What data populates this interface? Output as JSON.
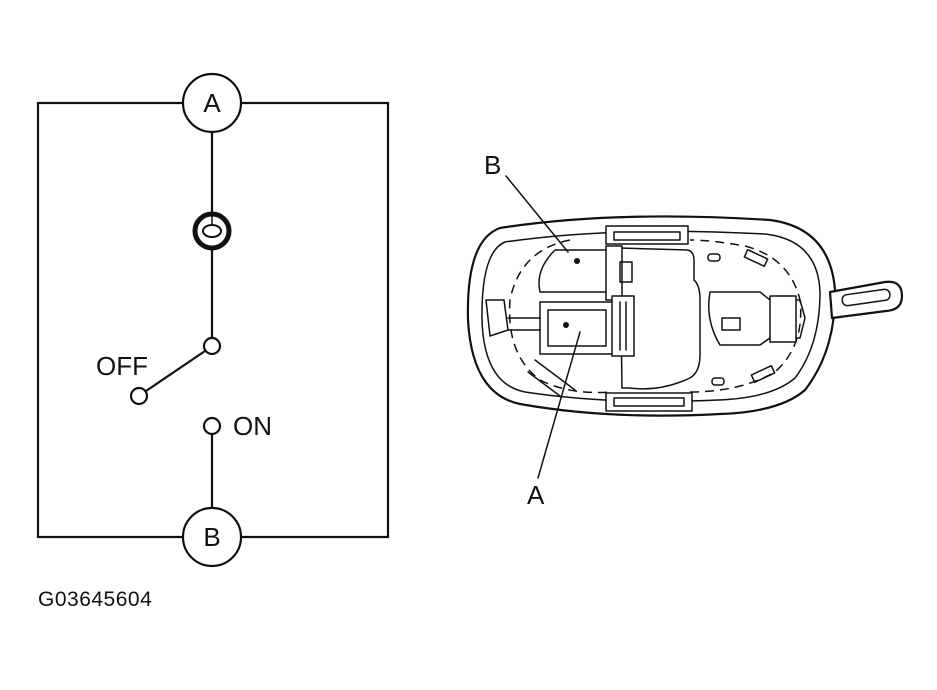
{
  "schematic": {
    "terminal_a": "A",
    "terminal_b": "B",
    "off_label": "OFF",
    "on_label": "ON"
  },
  "connector_view": {
    "label_a": "A",
    "label_b": "B"
  },
  "figure_id": "G03645604"
}
